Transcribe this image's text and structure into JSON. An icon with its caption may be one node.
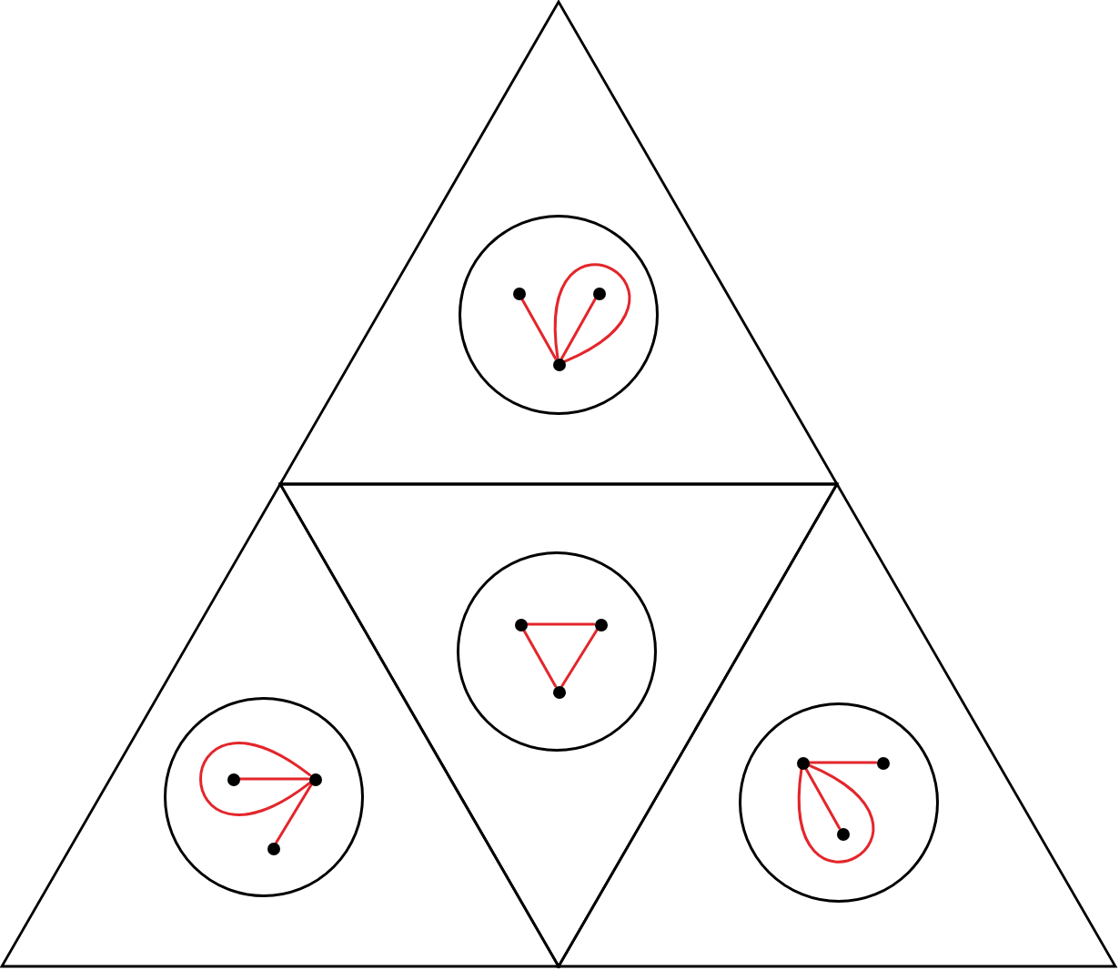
{
  "diagram": {
    "nodes": [
      {
        "text": [],
        "shape": "triangle"
      },
      {
        "text": [],
        "shape": "circle",
        "in": 0
      },
      {
        "text": [],
        "shape": "dot",
        "in": 1
      },
      {
        "text": [],
        "shape": "dot",
        "in": 1
      },
      {
        "text": [],
        "shape": "dot",
        "in": 1
      },
      {
        "text": [],
        "shape": "triangle"
      },
      {
        "text": [],
        "shape": "circle",
        "in": 5
      },
      {
        "text": [],
        "shape": "dot",
        "in": 6
      },
      {
        "text": [],
        "shape": "dot",
        "in": 6
      },
      {
        "text": [],
        "shape": "dot",
        "in": 6
      },
      {
        "text": [],
        "shape": "triangle"
      },
      {
        "text": [],
        "shape": "circle",
        "in": 10
      },
      {
        "text": [],
        "shape": "dot",
        "in": 11
      },
      {
        "text": [],
        "shape": "dot",
        "in": 11
      },
      {
        "text": [],
        "shape": "dot",
        "in": 11
      },
      {
        "text": [],
        "shape": "triangle"
      },
      {
        "text": [],
        "shape": "circle",
        "in": 15
      },
      {
        "text": [],
        "shape": "dot",
        "in": 16
      },
      {
        "text": [],
        "shape": "dot",
        "in": 16
      },
      {
        "text": [],
        "shape": "dot",
        "in": 16
      }
    ],
    "edges": [
      {
        "from": 4,
        "to": 2,
        "arrow": "none"
      },
      {
        "from": 4,
        "to": 3,
        "arrow": "none"
      },
      {
        "from": 4,
        "to": 4,
        "arrow": "none"
      },
      {
        "from": 12,
        "to": 13,
        "arrow": "none"
      },
      {
        "from": 13,
        "to": 14,
        "arrow": "none"
      },
      {
        "from": 14,
        "to": 12,
        "arrow": "none"
      },
      {
        "from": 8,
        "to": 7,
        "arrow": "none"
      },
      {
        "from": 8,
        "to": 9,
        "arrow": "none"
      },
      {
        "from": 8,
        "to": 8,
        "arrow": "none"
      },
      {
        "from": 17,
        "to": 18,
        "arrow": "none"
      },
      {
        "from": 17,
        "to": 19,
        "arrow": "none"
      },
      {
        "from": 17,
        "to": 17,
        "arrow": "none"
      }
    ]
  }
}
